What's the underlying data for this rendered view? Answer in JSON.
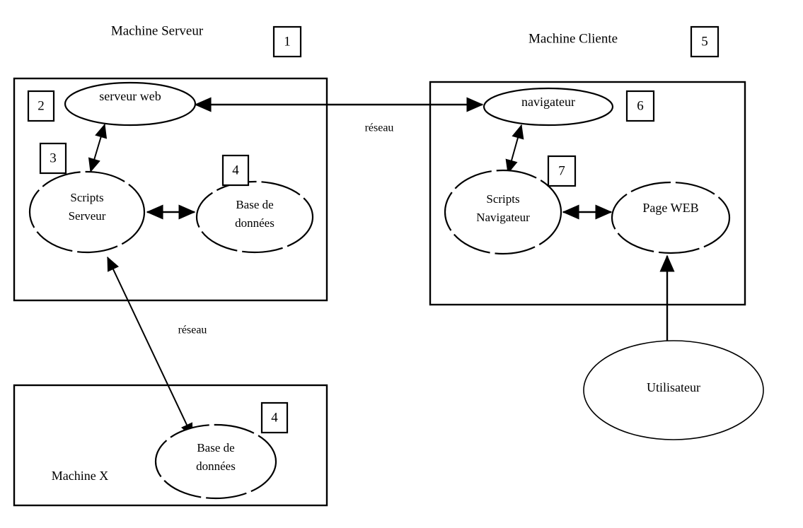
{
  "diagram": {
    "title_server": "Machine Serveur",
    "title_client": "Machine Cliente",
    "containers": [
      {
        "id": "server-box",
        "label": "Machine Serveur",
        "badge": "1"
      },
      {
        "id": "client-box",
        "label": "Machine Cliente",
        "badge": "5"
      },
      {
        "id": "machinex-box",
        "label": "Machine X",
        "badge": ""
      }
    ],
    "nodes": [
      {
        "id": "serveur-web",
        "label": "serveur web",
        "badge": "2"
      },
      {
        "id": "scripts-serveur",
        "label_line1": "Scripts",
        "label_line2": "Serveur",
        "badge": "3"
      },
      {
        "id": "base-de-donnees-1",
        "label_line1": "Base de",
        "label_line2": "données",
        "badge": "4"
      },
      {
        "id": "navigateur",
        "label": "navigateur",
        "badge": "6"
      },
      {
        "id": "scripts-navigateur",
        "label_line1": "Scripts",
        "label_line2": "Navigateur",
        "badge": "7"
      },
      {
        "id": "page-web",
        "label": "Page WEB",
        "badge": ""
      },
      {
        "id": "base-de-donnees-2",
        "label_line1": "Base de",
        "label_line2": "données",
        "badge": "4"
      },
      {
        "id": "utilisateur",
        "label": "Utilisateur",
        "badge": ""
      }
    ],
    "machine_x_label": "Machine X",
    "edge_labels": {
      "network_top": "réseau",
      "network_bottom": "réseau"
    },
    "badges": {
      "b1": "1",
      "b2": "2",
      "b3": "3",
      "b4a": "4",
      "b5": "5",
      "b6": "6",
      "b7": "7",
      "b4b": "4"
    },
    "colors": {
      "stroke": "#000000",
      "background": "#ffffff"
    }
  }
}
